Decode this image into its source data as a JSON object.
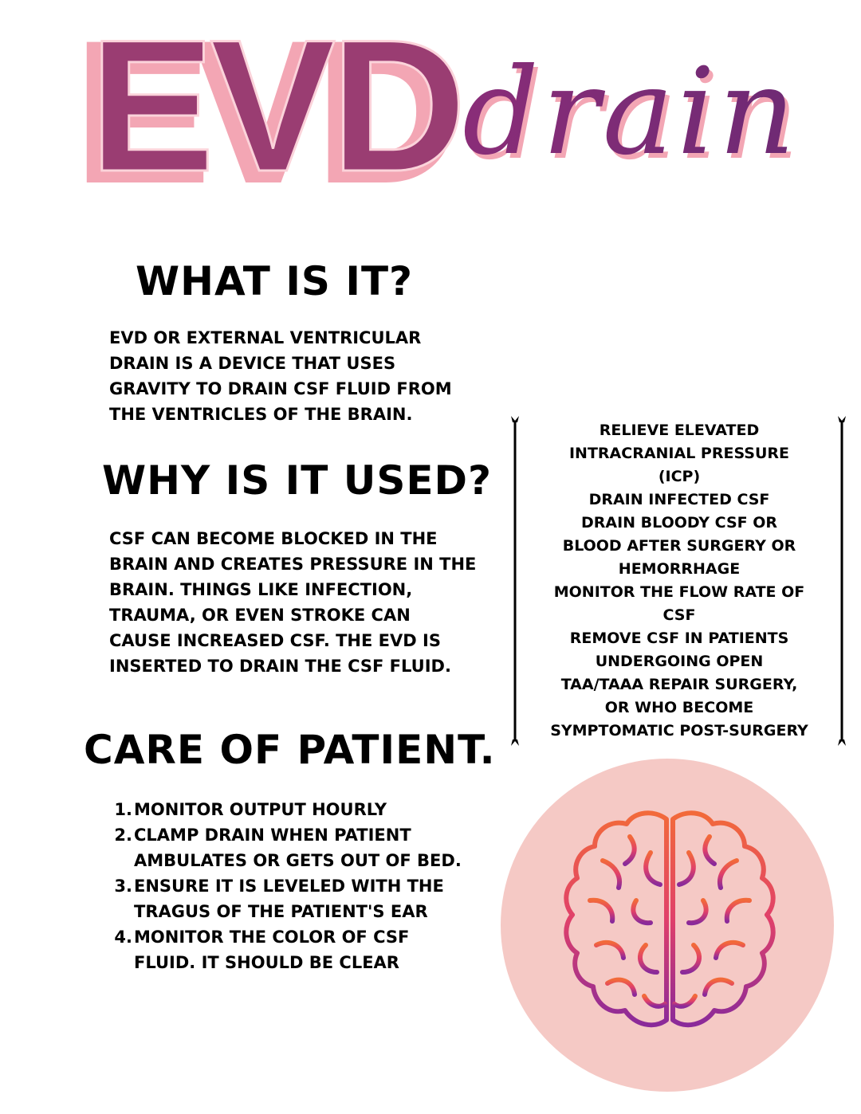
{
  "title": {
    "main": "EVD",
    "script": "drain",
    "colors": {
      "fill": "#9a3d72",
      "outline": "#f3a6b4",
      "script": "#7a2d73"
    }
  },
  "sections": {
    "what": {
      "heading": "WHAT IS IT?",
      "body": "EVD OR EXTERNAL VENTRICULAR\nDRAIN IS A DEVICE THAT USES\nGRAVITY TO DRAIN CSF FLUID FROM\nTHE VENTRICLES OF THE BRAIN."
    },
    "why": {
      "heading": "WHY IS IT USED?",
      "body": "CSF CAN BECOME BLOCKED IN THE\nBRAIN AND CREATES PRESSURE IN THE\nBRAIN. THINGS LIKE INFECTION,\nTRAUMA, OR EVEN STROKE CAN\nCAUSE INCREASED CSF. THE EVD IS\nINSERTED TO DRAIN THE CSF FLUID."
    },
    "care": {
      "heading": "CARE OF PATIENT.",
      "items": [
        {
          "num": "1.",
          "text": "MONITOR OUTPUT HOURLY"
        },
        {
          "num": "2.",
          "text": "CLAMP DRAIN WHEN PATIENT\nAMBULATES OR GETS OUT OF BED."
        },
        {
          "num": "3.",
          "text": "ENSURE IT IS LEVELED WITH THE\nTRAGUS OF THE PATIENT'S EAR"
        },
        {
          "num": "4.",
          "text": " MONITOR THE COLOR OF CSF\nFLUID. IT SHOULD BE CLEAR"
        }
      ]
    }
  },
  "uses_box": {
    "text": "RELIEVE ELEVATED\nINTRACRANIAL PRESSURE\n(ICP)\nDRAIN INFECTED CSF\nDRAIN BLOODY CSF OR\nBLOOD AFTER SURGERY OR\nHEMORRHAGE\nMONITOR THE FLOW RATE OF\nCSF\nREMOVE CSF IN PATIENTS\nUNDERGOING OPEN\nTAA/TAAA REPAIR SURGERY,\nOR WHO BECOME\nSYMPTOMATIC POST-SURGERY"
  },
  "illustration": {
    "icon": "brain-icon",
    "circle_color": "#f5c9c5",
    "gradient": [
      "#f26a3a",
      "#e0406a",
      "#8a2a9a"
    ]
  }
}
